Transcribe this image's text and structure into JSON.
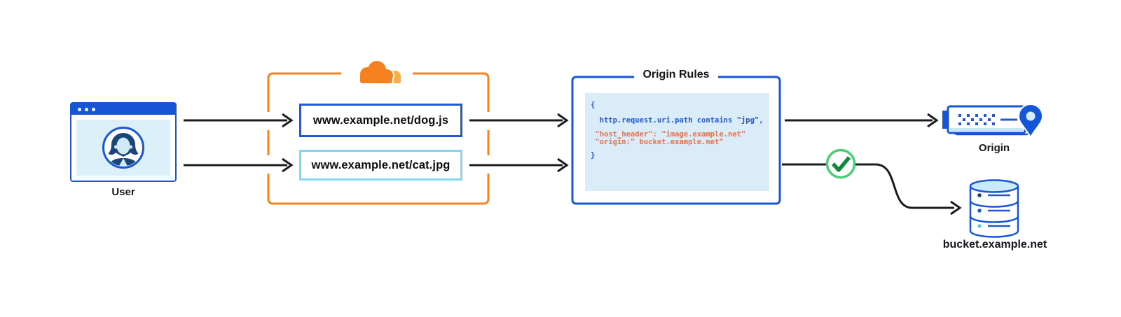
{
  "user": {
    "label": "User"
  },
  "cloudflare_proxy": {
    "requests": {
      "dog": "www.example.net/dog.js",
      "cat": "www.example.net/cat.jpg"
    }
  },
  "origin_rules": {
    "title": "Origin Rules",
    "code": {
      "l1": "{",
      "l2": "  http.request.uri.path contains \"jpg\",",
      "l3": " \"host_header\": \"image.example.net\"",
      "l4": " \"origin:\" bucket.example.net\"",
      "l5": "}"
    }
  },
  "origin": {
    "label": "Origin"
  },
  "bucket": {
    "label": "bucket.example.net"
  },
  "colors": {
    "blue": "#1656D6",
    "bright_blue_border": "#1D5ADB",
    "cyan_border": "#7FD7F0",
    "panel_light_blue": "#D9ECF7",
    "window_panel_blue": "#DCF0F9",
    "orange": "#F6821F",
    "orange_light": "#FBAD41",
    "code_blue": "#2257CE",
    "code_orange": "#EE6F4A",
    "green_ring": "#4CCD77",
    "green_check": "#0F8A3D",
    "arrow_black": "#1A1C1F"
  }
}
